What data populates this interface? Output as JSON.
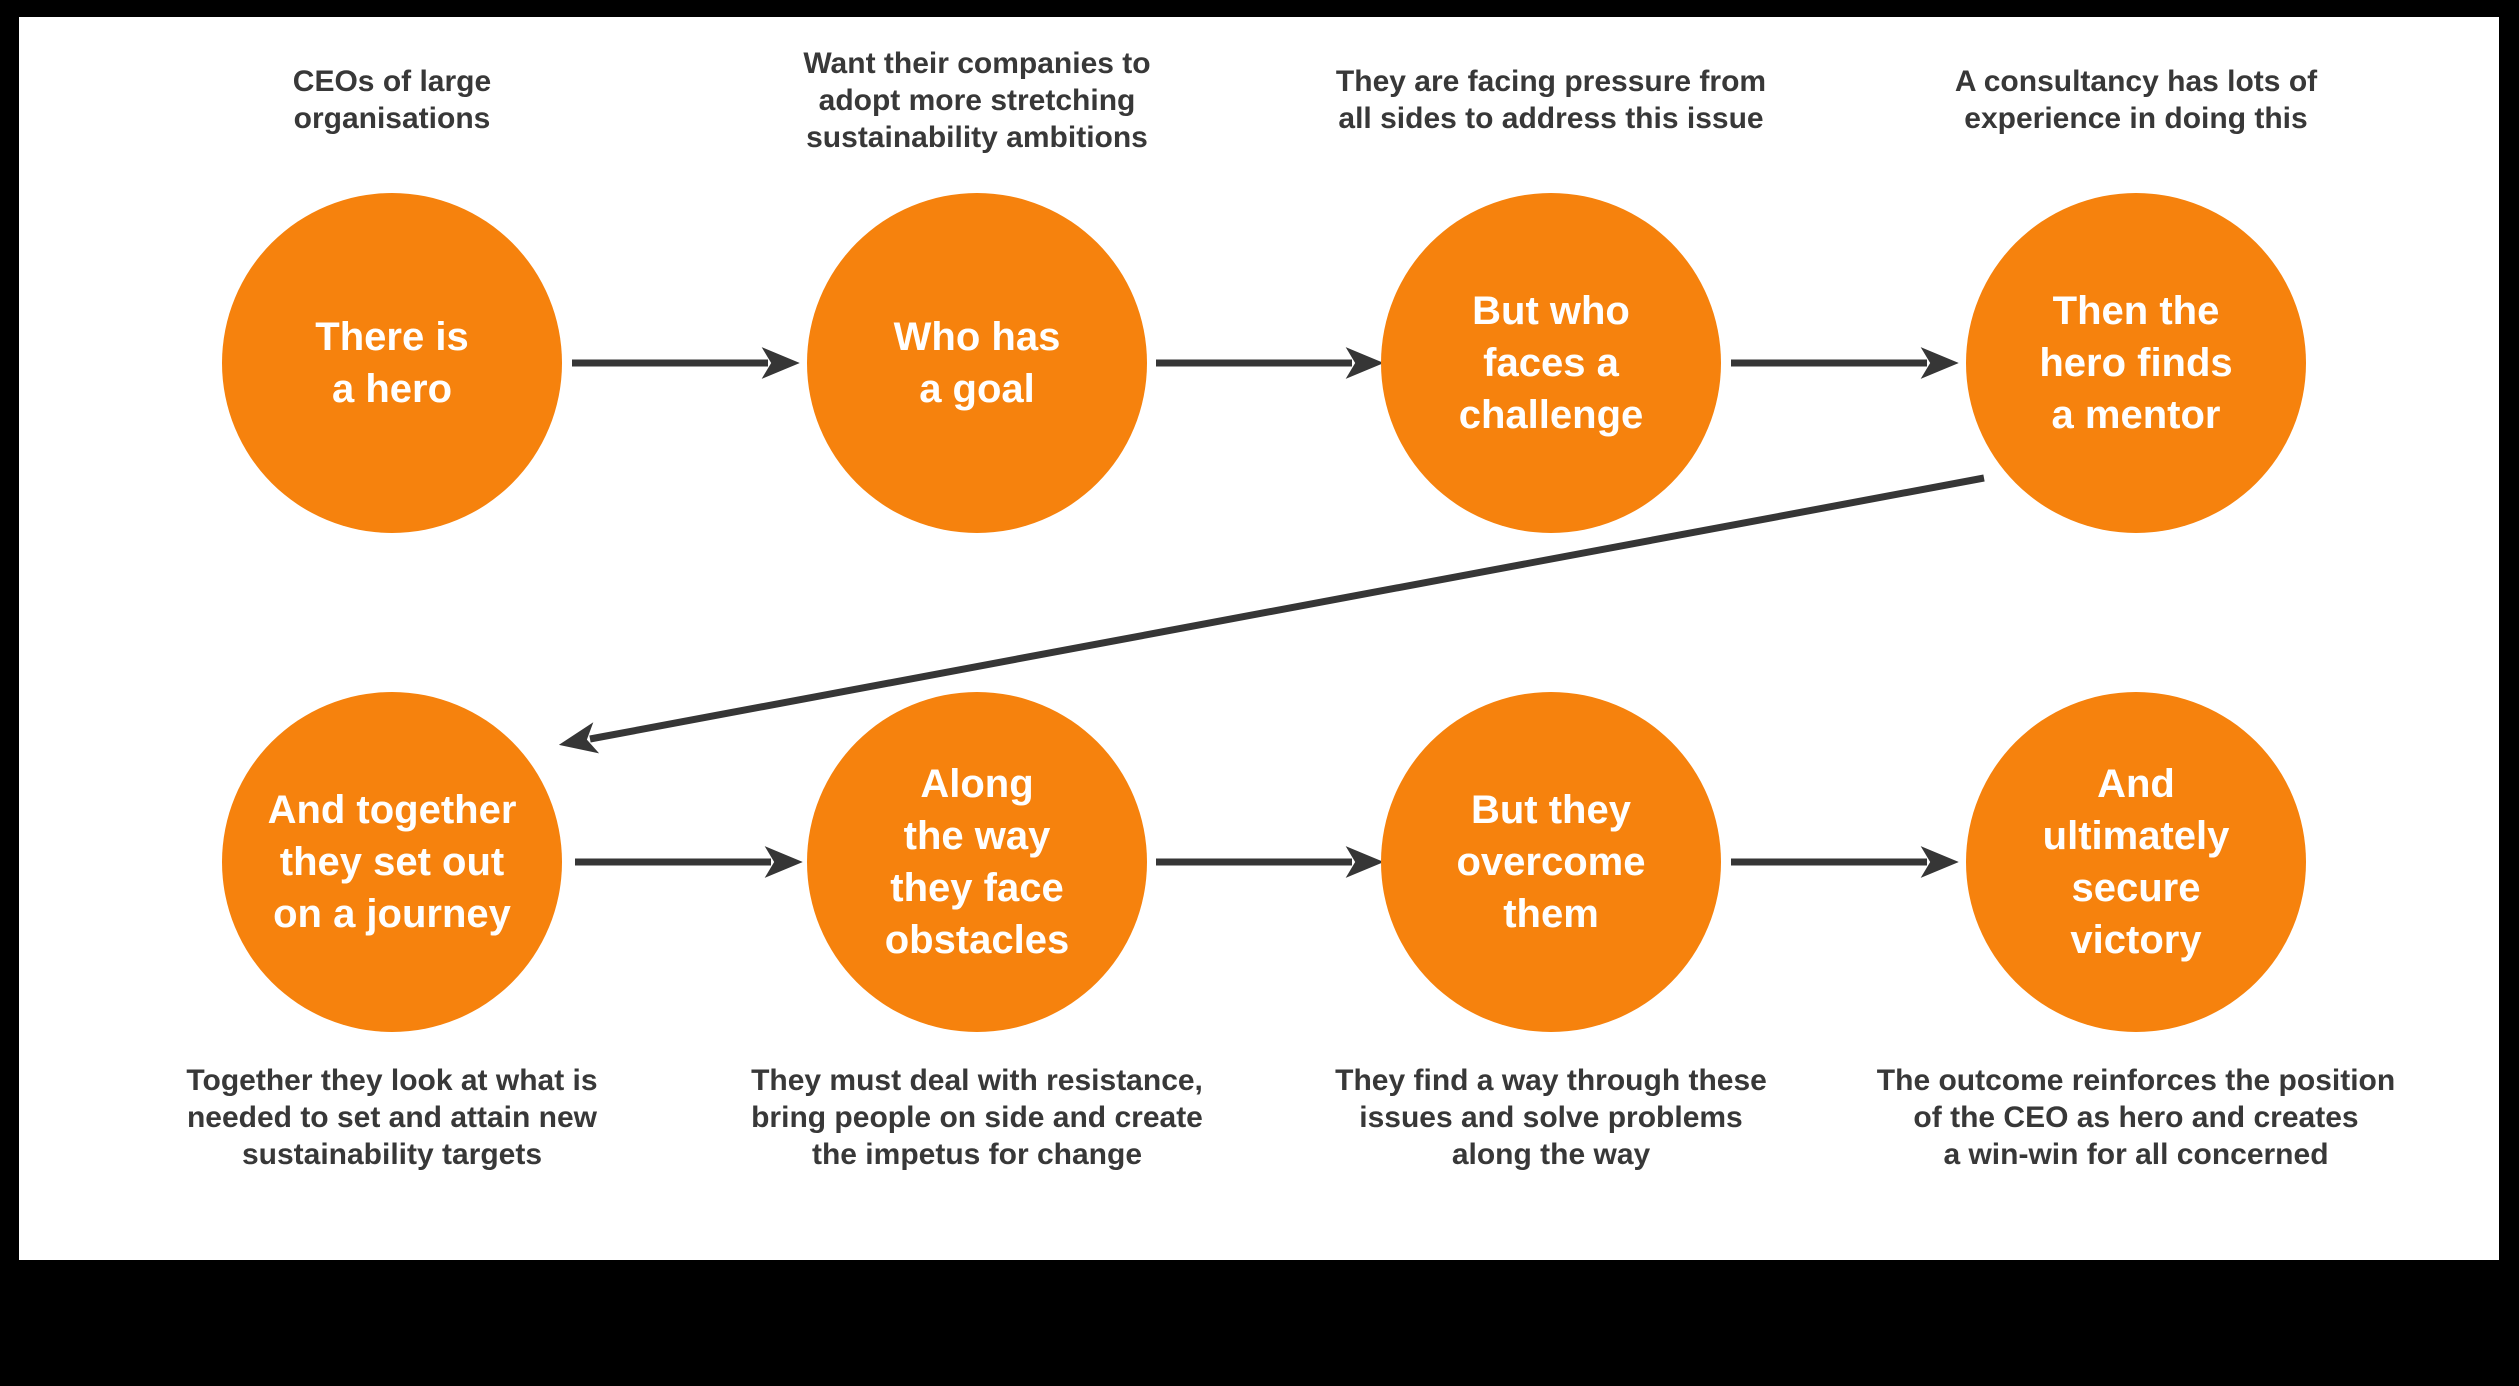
{
  "colors": {
    "page_background": "#000000",
    "canvas_background": "#ffffff",
    "circle_fill": "#f6820d",
    "circle_text": "#ffffff",
    "caption_text": "#383838",
    "arrow": "#363636"
  },
  "diagram_type": "hero-journey-flowchart",
  "steps": [
    {
      "circle_label": "There is\na hero",
      "caption": "CEOs of large\norganisations",
      "caption_position": "above"
    },
    {
      "circle_label": "Who has\na goal",
      "caption": "Want their companies to\nadopt more stretching\nsustainability ambitions",
      "caption_position": "above"
    },
    {
      "circle_label": "But who\nfaces a\nchallenge",
      "caption": "They are facing pressure from\nall sides to address this issue",
      "caption_position": "above"
    },
    {
      "circle_label": "Then the\nhero finds\na mentor",
      "caption": "A consultancy has lots of\nexperience in doing this",
      "caption_position": "above"
    },
    {
      "circle_label": "And together\nthey set out\non a journey",
      "caption": "Together they look at what is\nneeded to set and attain new\nsustainability targets",
      "caption_position": "below"
    },
    {
      "circle_label": "Along\nthe way\nthey face\nobstacles",
      "caption": "They must deal with resistance,\nbring people on side and create\nthe impetus for change",
      "caption_position": "below"
    },
    {
      "circle_label": "But they\novercome\nthem",
      "caption": "They find a way through these\nissues and solve problems\nalong the way",
      "caption_position": "below"
    },
    {
      "circle_label": "And\nultimately\nsecure\nvictory",
      "caption": "The outcome reinforces the position\nof the CEO as hero and creates\na win-win for all concerned",
      "caption_position": "below"
    }
  ]
}
